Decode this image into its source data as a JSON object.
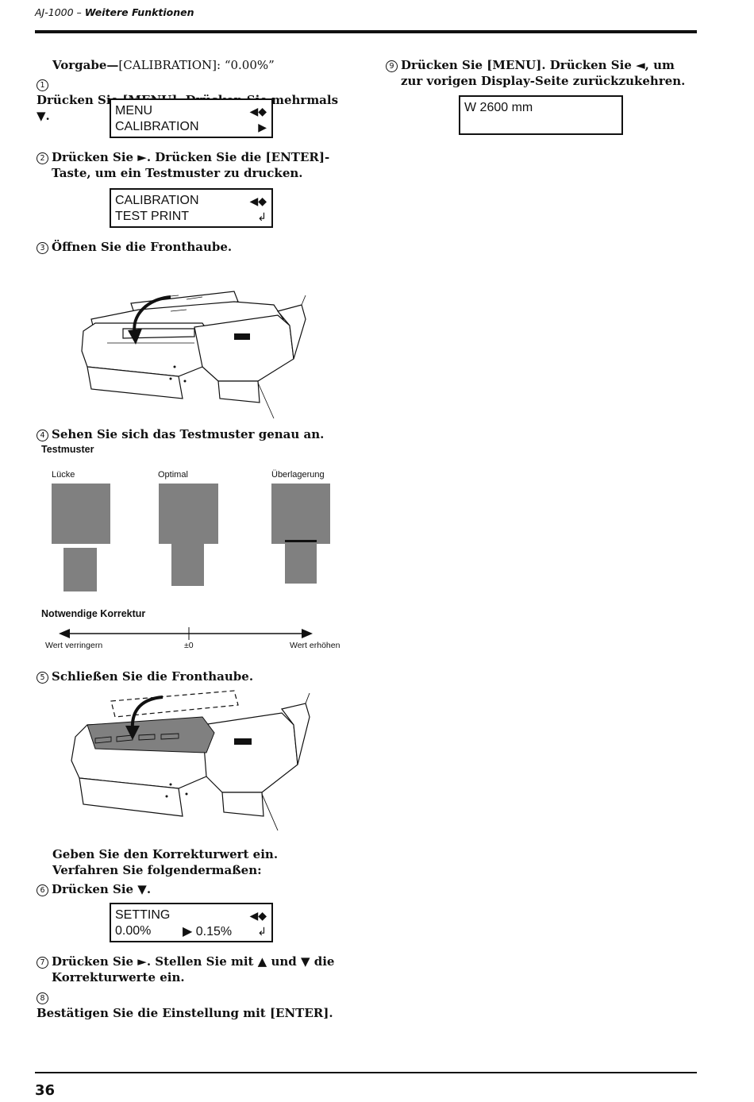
{
  "header": {
    "model": "AJ-1000",
    "section": "Weitere Funktionen"
  },
  "page_number": "36",
  "left": {
    "default_prefix": "Vorgabe—",
    "default_value": "[CALIBRATION]: “0.00%”",
    "steps": [
      {
        "num": "1",
        "text": "Drücken Sie [MENU]. Drücken Sie mehrmals ▼."
      },
      {
        "num": "2",
        "text": "Drücken Sie ►. Drücken Sie die [ENTER]-Taste, um ein Testmuster zu drucken."
      },
      {
        "num": "3",
        "text": "Öffnen Sie die Fronthaube."
      },
      {
        "num": "4",
        "text": "Sehen Sie sich das Testmuster genau an."
      },
      {
        "num": "5",
        "text": "Schließen Sie die Fronthaube."
      },
      {
        "num": "6",
        "text": "Drücken Sie ▼."
      },
      {
        "num": "7",
        "text": "Drücken Sie ►. Stellen Sie mit ▲ und ▼ die Korrekturwerte ein."
      },
      {
        "num": "8",
        "text": "Bestätigen Sie die Einstellung mit [ENTER]."
      }
    ],
    "intro_text": "Geben Sie den Korrekturwert ein. Verfahren Sie folgendermaßen:"
  },
  "right": {
    "steps": [
      {
        "num": "9",
        "text": "Drücken Sie [MENU]. Drücken Sie ◄, um zur vorigen Display-Seite zurückzukehren."
      }
    ]
  },
  "lcd": {
    "menu": {
      "line1": "MENU",
      "line2": "CALIBRATION",
      "sym1": "◀◆",
      "sym2": "▶"
    },
    "calib": {
      "line1": "CALIBRATION",
      "line2": "TEST PRINT",
      "sym1": "◀◆",
      "sym2": "↲"
    },
    "setting": {
      "line1": "SETTING",
      "line2a": "0.00%",
      "line2b": "▶ 0.15%",
      "sym1": "◀◆",
      "sym2": "↲"
    },
    "width": {
      "line1": "W  2600 mm"
    }
  },
  "testpattern": {
    "title": "Testmuster",
    "labels": [
      "Lücke",
      "Optimal",
      "Überlagerung"
    ],
    "correction_title": "Notwendige Korrektur",
    "axis_left": "Wert verringern",
    "axis_mid": "±0",
    "axis_right": "Wert erhöhen"
  }
}
